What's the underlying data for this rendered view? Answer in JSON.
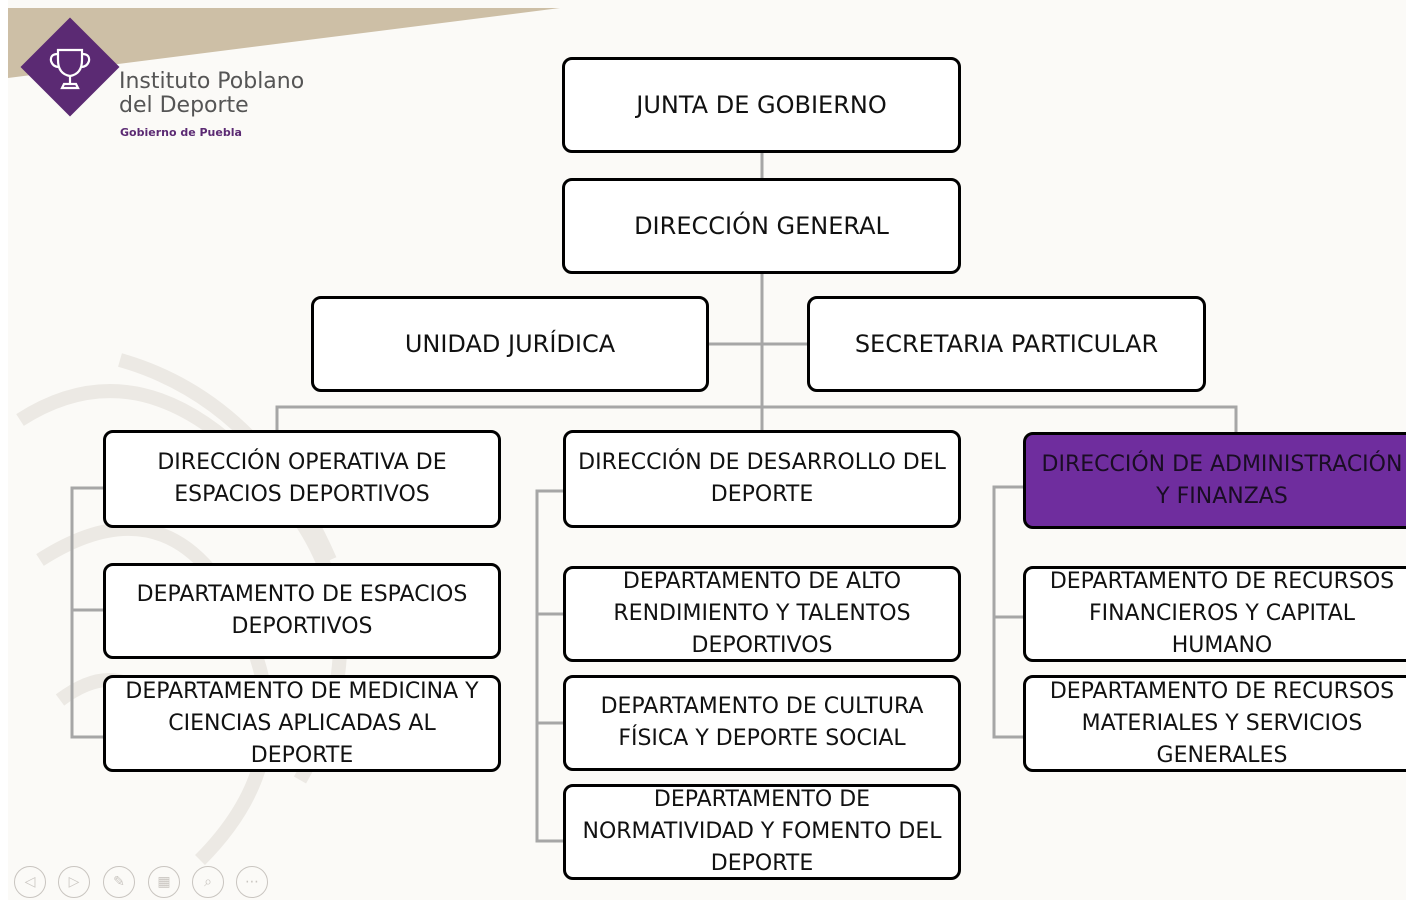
{
  "logo": {
    "name": "Instituto Poblano\ndel Deporte",
    "subtitle": "Gobierno de Puebla",
    "icon": "trophy-icon"
  },
  "org_chart": {
    "junta": "JUNTA DE GOBIERNO",
    "direccion_general": "DIRECCIÓN GENERAL",
    "unidad_juridica": "UNIDAD JURÍDICA",
    "secretaria_particular": "SECRETARIA PARTICULAR",
    "columns": [
      {
        "head": "DIRECCIÓN OPERATIVA DE\nESPACIOS DEPORTIVOS",
        "departments": [
          "DEPARTAMENTO DE ESPACIOS\nDEPORTIVOS",
          "DEPARTAMENTO DE MEDICINA Y\nCIENCIAS APLICADAS AL\nDEPORTE"
        ]
      },
      {
        "head": "DIRECCIÓN DE DESARROLLO DEL\nDEPORTE",
        "departments": [
          "DEPARTAMENTO DE ALTO\nRENDIMIENTO Y TALENTOS\nDEPORTIVOS",
          "DEPARTAMENTO DE CULTURA\nFÍSICA Y DEPORTE SOCIAL",
          "DEPARTAMENTO DE\nNORMATIVIDAD Y FOMENTO DEL\nDEPORTE"
        ]
      },
      {
        "head": "DIRECCIÓN DE ADMINISTRACIÓN\nY FINANZAS",
        "departments": [
          "DEPARTAMENTO DE RECURSOS\nFINANCIEROS Y CAPITAL\nHUMANO",
          "DEPARTAMENTO DE RECURSOS\nMATERIALES Y SERVICIOS\nGENERALES"
        ]
      }
    ],
    "highlight_color": "#6f2d9e"
  },
  "toolbar": {
    "buttons": [
      {
        "icon": "previous-icon",
        "glyph": "◁"
      },
      {
        "icon": "next-icon",
        "glyph": "▷"
      },
      {
        "icon": "pen-icon",
        "glyph": "✎"
      },
      {
        "icon": "slides-icon",
        "glyph": "▦"
      },
      {
        "icon": "zoom-icon",
        "glyph": "⌕"
      },
      {
        "icon": "more-icon",
        "glyph": "⋯"
      }
    ]
  }
}
